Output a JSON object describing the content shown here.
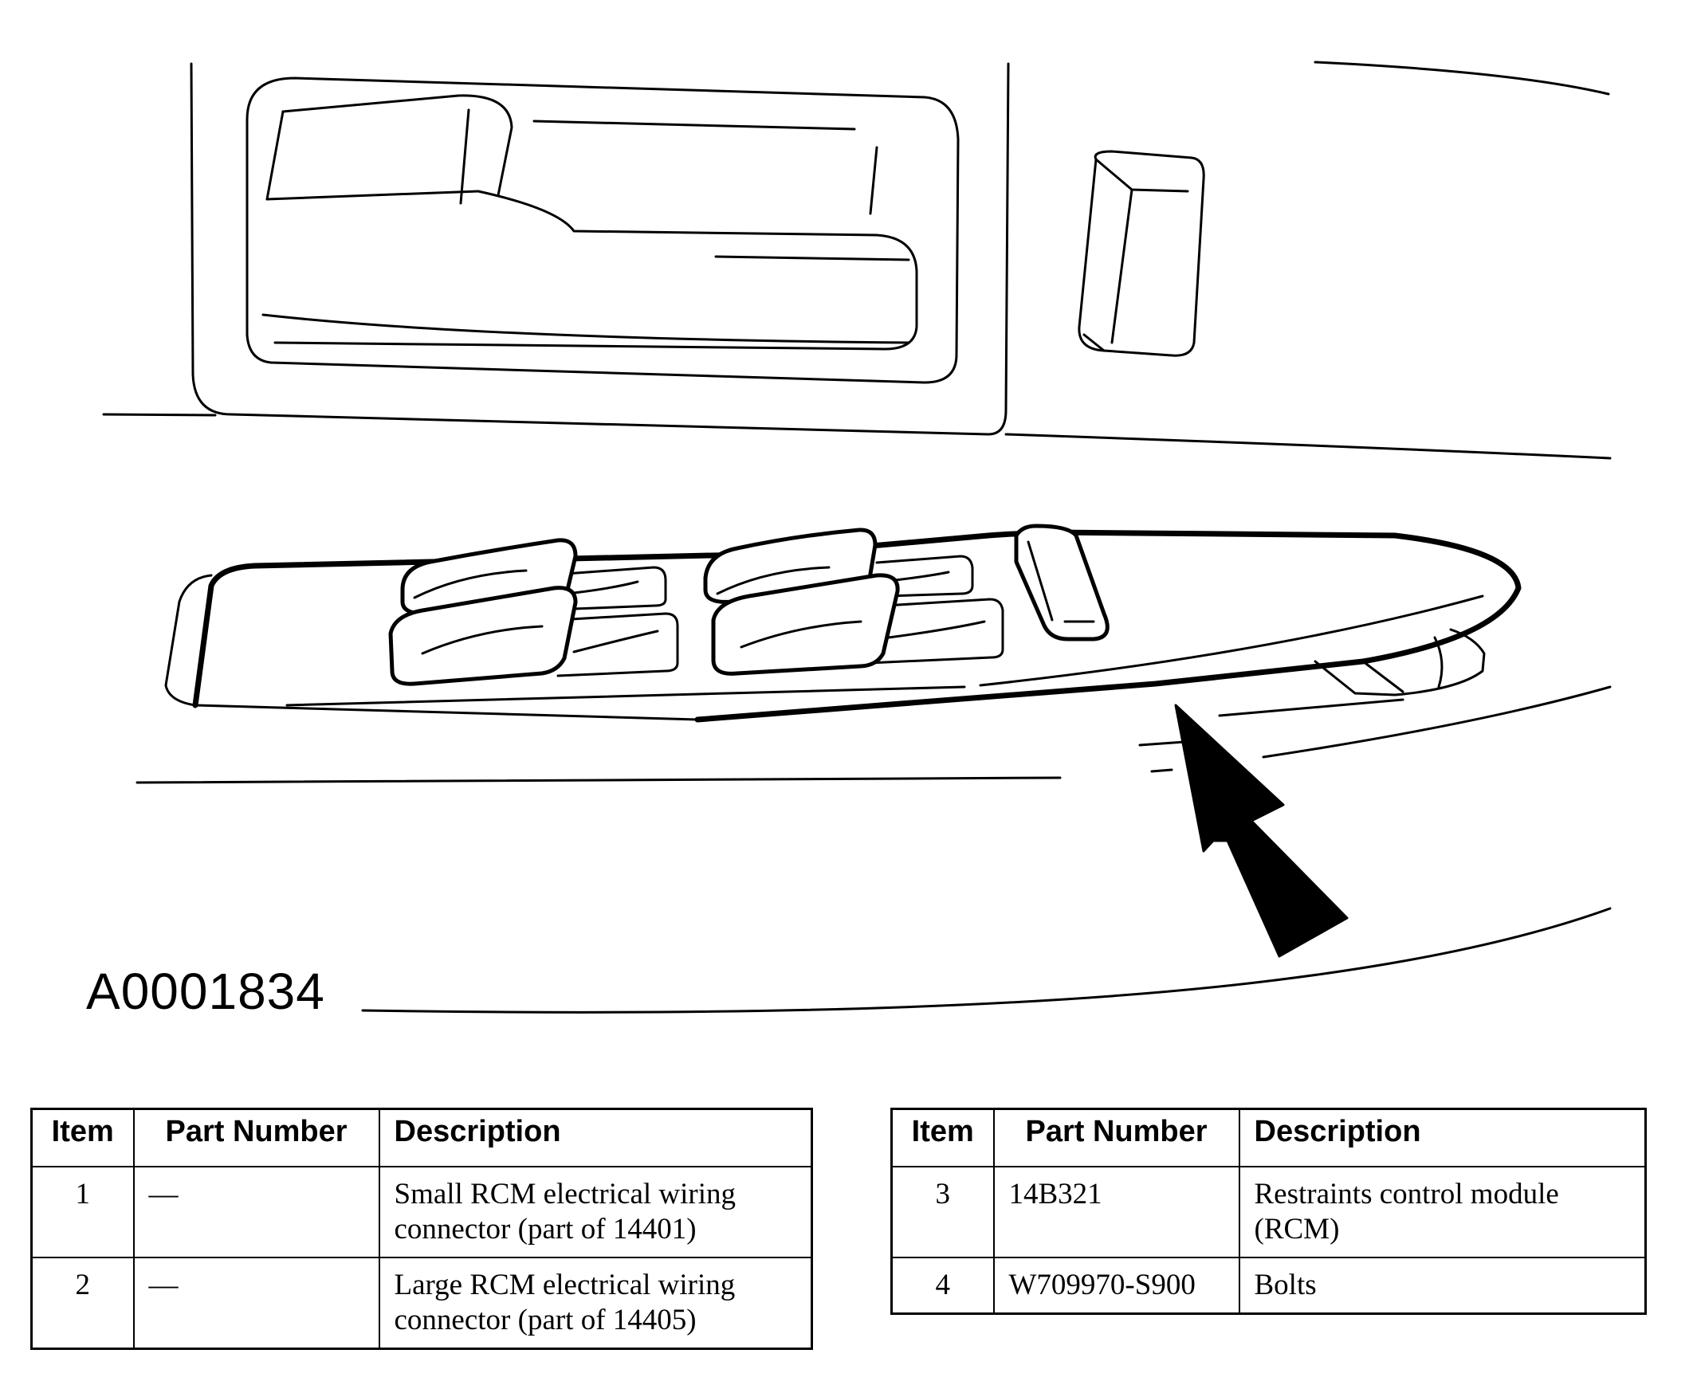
{
  "figure": {
    "label": "A0001834"
  },
  "tables": [
    {
      "headers": {
        "item": "Item",
        "part_number": "Part Number",
        "description": "Description"
      },
      "rows": [
        {
          "item": "1",
          "part_number": "—",
          "description": "Small RCM electrical wiring connector (part of 14401)"
        },
        {
          "item": "2",
          "part_number": "—",
          "description": "Large RCM electrical wiring connector (part of 14405)"
        }
      ]
    },
    {
      "headers": {
        "item": "Item",
        "part_number": "Part Number",
        "description": "Description"
      },
      "rows": [
        {
          "item": "3",
          "part_number": "14B321",
          "description": "Restraints control module (RCM)"
        },
        {
          "item": "4",
          "part_number": "W709970-S900",
          "description": "Bolts"
        }
      ]
    }
  ]
}
